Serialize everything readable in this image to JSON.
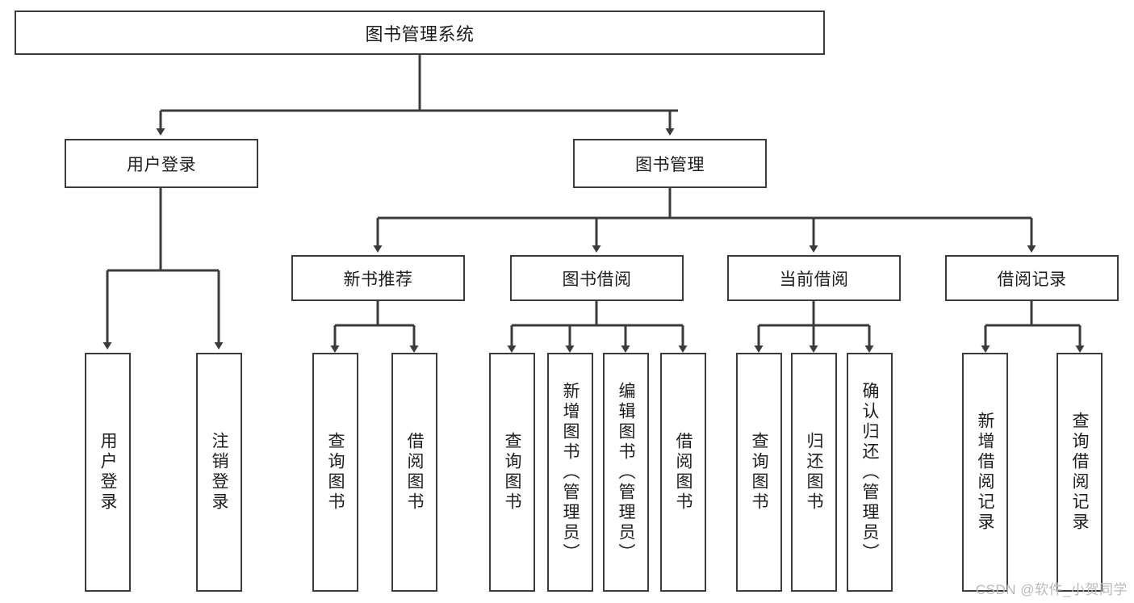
{
  "diagram": {
    "title": "图书管理系统",
    "type": "tree-hierarchy",
    "watermark": "CSDN @软件_小贺同学",
    "colors": {
      "background": "#ffffff",
      "box_border": "#3b3b3b",
      "box_fill": "#ffffff",
      "text": "#1d1d1d",
      "connector": "#3b3b3b",
      "watermark": "#b9b9b9"
    },
    "levels": {
      "root": {
        "id": "root",
        "label": "图书管理系统",
        "orientation": "horizontal"
      },
      "level2": [
        {
          "id": "user-login",
          "label": "用户登录",
          "orientation": "horizontal"
        },
        {
          "id": "book-management",
          "label": "图书管理",
          "orientation": "horizontal"
        }
      ],
      "level3": [
        {
          "id": "new-book-recommend",
          "label": "新书推荐",
          "orientation": "horizontal",
          "parent": "book-management"
        },
        {
          "id": "book-borrow",
          "label": "图书借阅",
          "orientation": "horizontal",
          "parent": "book-management"
        },
        {
          "id": "current-borrow",
          "label": "当前借阅",
          "orientation": "horizontal",
          "parent": "book-management"
        },
        {
          "id": "borrow-record",
          "label": "借阅记录",
          "orientation": "horizontal",
          "parent": "book-management"
        }
      ],
      "leaves": [
        {
          "id": "leaf-user-login",
          "label": "用户登录",
          "parent": "user-login",
          "orientation": "vertical"
        },
        {
          "id": "leaf-logout",
          "label": "注销登录",
          "parent": "user-login",
          "orientation": "vertical"
        },
        {
          "id": "leaf-query-book-1",
          "label": "查询图书",
          "parent": "new-book-recommend",
          "orientation": "vertical"
        },
        {
          "id": "leaf-borrow-book-1",
          "label": "借阅图书",
          "parent": "new-book-recommend",
          "orientation": "vertical"
        },
        {
          "id": "leaf-query-book-2",
          "label": "查询图书",
          "parent": "book-borrow",
          "orientation": "vertical"
        },
        {
          "id": "leaf-add-book",
          "label": "新增图书（管理员）",
          "parent": "book-borrow",
          "orientation": "vertical"
        },
        {
          "id": "leaf-edit-book",
          "label": "编辑图书（管理员）",
          "parent": "book-borrow",
          "orientation": "vertical"
        },
        {
          "id": "leaf-borrow-book-2",
          "label": "借阅图书",
          "parent": "book-borrow",
          "orientation": "vertical"
        },
        {
          "id": "leaf-query-book-3",
          "label": "查询图书",
          "parent": "current-borrow",
          "orientation": "vertical"
        },
        {
          "id": "leaf-return-book",
          "label": "归还图书",
          "parent": "current-borrow",
          "orientation": "vertical"
        },
        {
          "id": "leaf-confirm-return",
          "label": "确认归还（管理员）",
          "parent": "current-borrow",
          "orientation": "vertical"
        },
        {
          "id": "leaf-add-record",
          "label": "新增借阅记录",
          "parent": "borrow-record",
          "orientation": "vertical"
        },
        {
          "id": "leaf-query-record",
          "label": "查询借阅记录",
          "parent": "borrow-record",
          "orientation": "vertical"
        }
      ]
    }
  }
}
